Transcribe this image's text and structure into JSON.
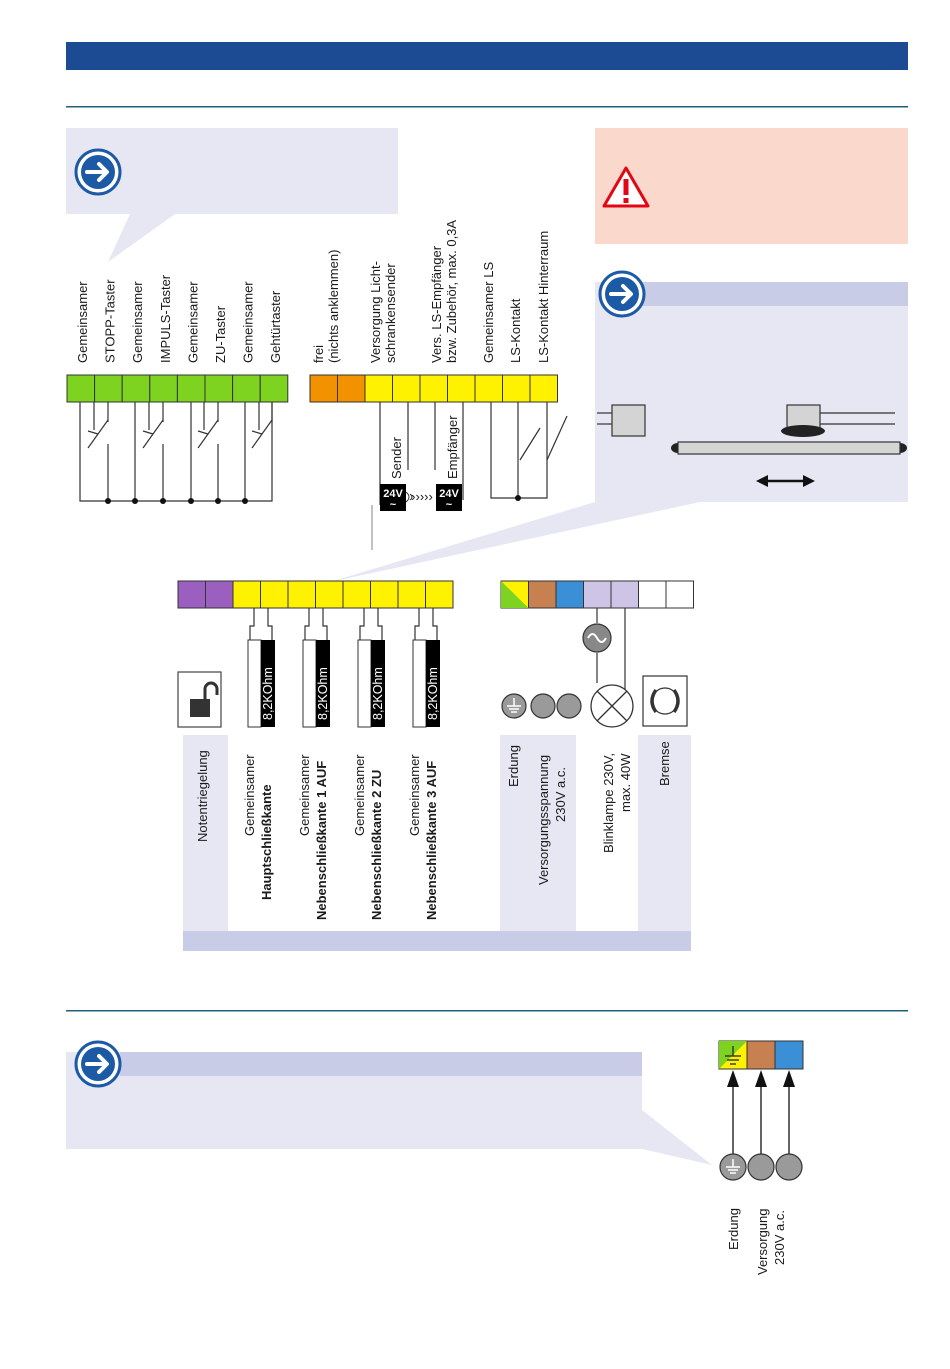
{
  "colors": {
    "header_bar": "#1c4b94",
    "rule": "#1f5f7a",
    "info_panel": "#e6e7f3",
    "info_band": "#c9cce6",
    "warning_panel": "#fbd8cc",
    "terminal_green": "#7ed321",
    "terminal_orange": "#f39200",
    "terminal_yellow": "#fff200",
    "terminal_purple": "#9b5fc0",
    "terminal_brown": "#c7804f",
    "terminal_blue": "#3a8fd6",
    "terminal_lilac": "#cdc4e6",
    "icon_blue": "#1c5aa6",
    "warning_red": "#e30613"
  },
  "icons": [
    "arrow-right-icon",
    "warning-triangle-icon",
    "unlock-icon",
    "earth-icon",
    "lamp-icon",
    "brake-icon",
    "ac-source-icon",
    "double-arrow-icon"
  ],
  "top_block": {
    "left_labels": [
      "Gemeinsamer",
      "STOPP-Taster",
      "Gemeinsamer",
      "IMPULS-Taster",
      "Gemeinsamer",
      "ZU-Taster",
      "Gemeinsamer",
      "Gehtürtaster"
    ],
    "right_labels": [
      {
        "line1": "frei",
        "line2": "(nichts anklemmen)"
      },
      {
        "line1": "Versorgung Licht-",
        "line2": "schrankensender"
      },
      {
        "line1": "Vers. LS-Empfänger",
        "line2": "bzw. Zubehör, max. 0,3A"
      },
      {
        "line1": "Gemeinsamer LS",
        "line2": ""
      },
      {
        "line1": "LS-Kontakt",
        "line2": ""
      },
      {
        "line1": "LS-Kontakt Hinterraum",
        "line2": ""
      }
    ],
    "sender_label": "Sender",
    "receiver_label": "Empfänger",
    "voltage": "24V",
    "tilde": "~"
  },
  "middle_block": {
    "notentriegelung": "Notentriegelung",
    "edges": [
      {
        "common": "Gemeinsamer",
        "name": "Hauptschließkante"
      },
      {
        "common": "Gemeinsamer",
        "name": "Nebenschließkante 1 AUF"
      },
      {
        "common": "Gemeinsamer",
        "name": "Nebenschließkante 2 ZU"
      },
      {
        "common": "Gemeinsamer",
        "name": "Nebenschließkante 3 AUF"
      }
    ],
    "resistor": "8,2KOhm",
    "erdung": "Erdung",
    "versorgung_line1": "Versorgungsspannung",
    "versorgung_line2": "230V a.c.",
    "lamp_line1": "Blinklampe 230V,",
    "lamp_line2": "max. 40W",
    "bremse": "Bremse"
  },
  "bottom_block": {
    "erdung": "Erdung",
    "versorgung_line1": "Versorgung",
    "versorgung_line2": "230V a.c."
  }
}
